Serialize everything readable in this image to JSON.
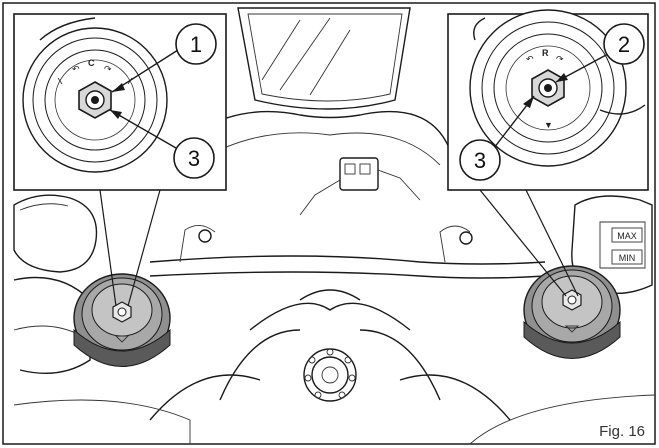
{
  "figure_caption": "Fig. 16",
  "callouts": {
    "c1": "1",
    "c2": "2",
    "c3_left": "3",
    "c3_right": "3"
  },
  "reservoir_labels": {
    "max": "MAX",
    "min": "MIN"
  },
  "colors": {
    "line": "#1a1a1a",
    "background": "#ffffff",
    "shade": "#8f8f8f",
    "dark_shade": "#5a5a5a"
  }
}
